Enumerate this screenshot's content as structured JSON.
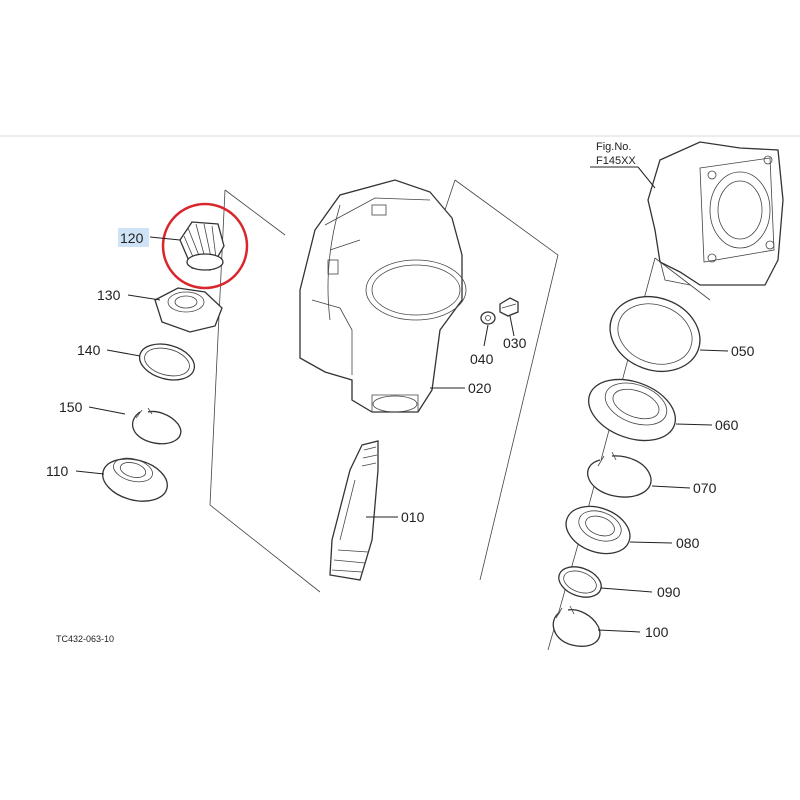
{
  "figure": {
    "fig_no_label": "Fig.No.",
    "fig_no_value": "F145XX",
    "drawing_code": "TC432-063-10"
  },
  "highlight": {
    "selected_part": "120",
    "highlight_color": "#cfe3f7",
    "circle_color": "#d9262c"
  },
  "parts": [
    {
      "id": "010",
      "label": "010"
    },
    {
      "id": "020",
      "label": "020"
    },
    {
      "id": "030",
      "label": "030"
    },
    {
      "id": "040",
      "label": "040"
    },
    {
      "id": "050",
      "label": "050"
    },
    {
      "id": "060",
      "label": "060"
    },
    {
      "id": "070",
      "label": "070"
    },
    {
      "id": "080",
      "label": "080"
    },
    {
      "id": "090",
      "label": "090"
    },
    {
      "id": "100",
      "label": "100"
    },
    {
      "id": "110",
      "label": "110"
    },
    {
      "id": "120",
      "label": "120"
    },
    {
      "id": "130",
      "label": "130"
    },
    {
      "id": "140",
      "label": "140"
    },
    {
      "id": "150",
      "label": "150"
    }
  ]
}
